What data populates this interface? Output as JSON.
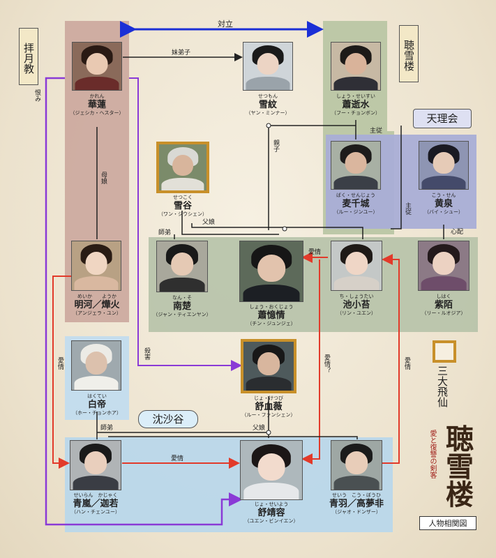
{
  "groups": {
    "baigetsu": "拝月教",
    "teisetsu": "聴雪楼",
    "tenri": "天理会",
    "chinsa": "沈沙谷"
  },
  "relations": {
    "tairitsu": "対立",
    "maitei": "妹弟子",
    "urami": "恨み",
    "oyako": "親子",
    "shuju": "主従",
    "shuju2": "主従",
    "bojo": "母娘",
    "fujo": "父娘",
    "shitei": "師弟",
    "shinpai": "心配",
    "aijo1": "愛情",
    "satsugai": "殺害",
    "aijo_q": "愛情？",
    "aijo_left": "愛情",
    "aijo_right": "愛情",
    "shitei2": "師弟",
    "fujo2": "父娘",
    "aijo_bottom": "愛情"
  },
  "people": {
    "karen": {
      "furigana": "かれん",
      "name": "華蓮",
      "actor": "（ジェシカ・ヘスター）"
    },
    "setsumon": {
      "furigana": "せつもん",
      "name": "雪紋",
      "actor": "（ヤン・ミンナー）"
    },
    "shoseisui": {
      "furigana": "しょう・せいすい",
      "name": "蕭逝水",
      "actor": "（フー・チョンボン）"
    },
    "bakusenjo": {
      "furigana": "ばく・せんじょう",
      "name": "麦千城",
      "actor": "（ルー・ジンユー）"
    },
    "kosen": {
      "furigana": "こう・せん",
      "name": "黄泉",
      "actor": "（バイ・シュー）"
    },
    "sekkoku": {
      "furigana": "せつこく",
      "name": "雪谷",
      "actor": "（ワン・ジウシェン）"
    },
    "meika": {
      "furigana": "めいか　　ようか",
      "name": "明河／燁火",
      "actor": "（アンジェラ・ユン）"
    },
    "nanso": {
      "furigana": "なん・そ",
      "name": "南楚",
      "actor": "（ジャン・ティエンヤン）"
    },
    "shookujo": {
      "furigana": "しょう・おくじょう",
      "name": "蕭憶情",
      "actor": "（チン・ジュンジェ）"
    },
    "chishoutai": {
      "furigana": "ち・しょうたい",
      "name": "池小苔",
      "actor": "（リン・ユエン）"
    },
    "shihaku": {
      "furigana": "しはく",
      "name": "紫陌",
      "actor": "（リー・ルオジア）"
    },
    "hakutei": {
      "furigana": "はくてい",
      "name": "白帝",
      "actor": "（ホー・チョンホア）"
    },
    "joketsubi": {
      "furigana": "じょ・けつび",
      "name": "舒血薇",
      "actor": "（ルー・ファンシェン）"
    },
    "seiran": {
      "furigana": "せいらん　かじゃく",
      "name": "青嵐／迦若",
      "actor": "（ハン・チェンユー）"
    },
    "joseiyo": {
      "furigana": "じょ・せいよう",
      "name": "舒靖容",
      "actor": "（ユエン・ビンイエン）"
    },
    "seiu": {
      "furigana": "せいう　こう・ぼうひ",
      "name": "青羽／高夢非",
      "actor": "（ジャオ・ドンザー）"
    }
  },
  "legend": {
    "label": "三大飛仙"
  },
  "title": {
    "main": "聴雪楼",
    "sub": "愛と復讐の剣客",
    "caption": "人物相関図"
  },
  "colors": {
    "baigetsu_zone": "#c9a39a",
    "teisetsu_zone": "#b7c4a2",
    "tenri_zone": "#a9aed6",
    "chinsa_zone": "#b9d7ea",
    "middle_zone": "#b6c2a8",
    "hakutei_zone": "#c2dcee",
    "tairitsu_arrow": "#1b2fd6",
    "urami_line": "#8a3ad6",
    "aijo_arrow": "#e23a2a",
    "gold": "#c8902a"
  }
}
